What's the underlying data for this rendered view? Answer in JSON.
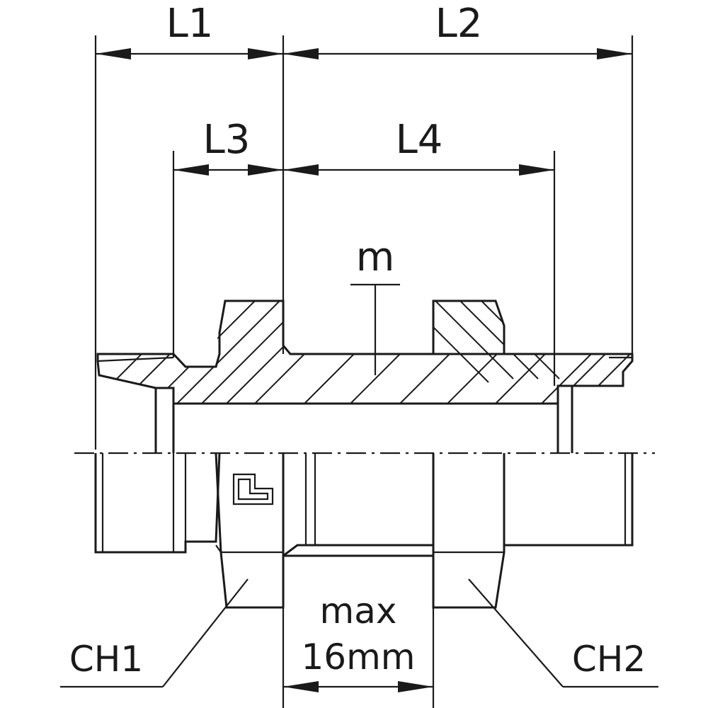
{
  "labels": {
    "l1": "L1",
    "l2": "L2",
    "l3": "L3",
    "l4": "L4",
    "m": "m",
    "ch1": "CH1",
    "ch2": "CH2",
    "max_line1": "max",
    "max_line2": "16mm"
  },
  "colors": {
    "line": "#1a1a1a",
    "background": "#ffffff"
  }
}
